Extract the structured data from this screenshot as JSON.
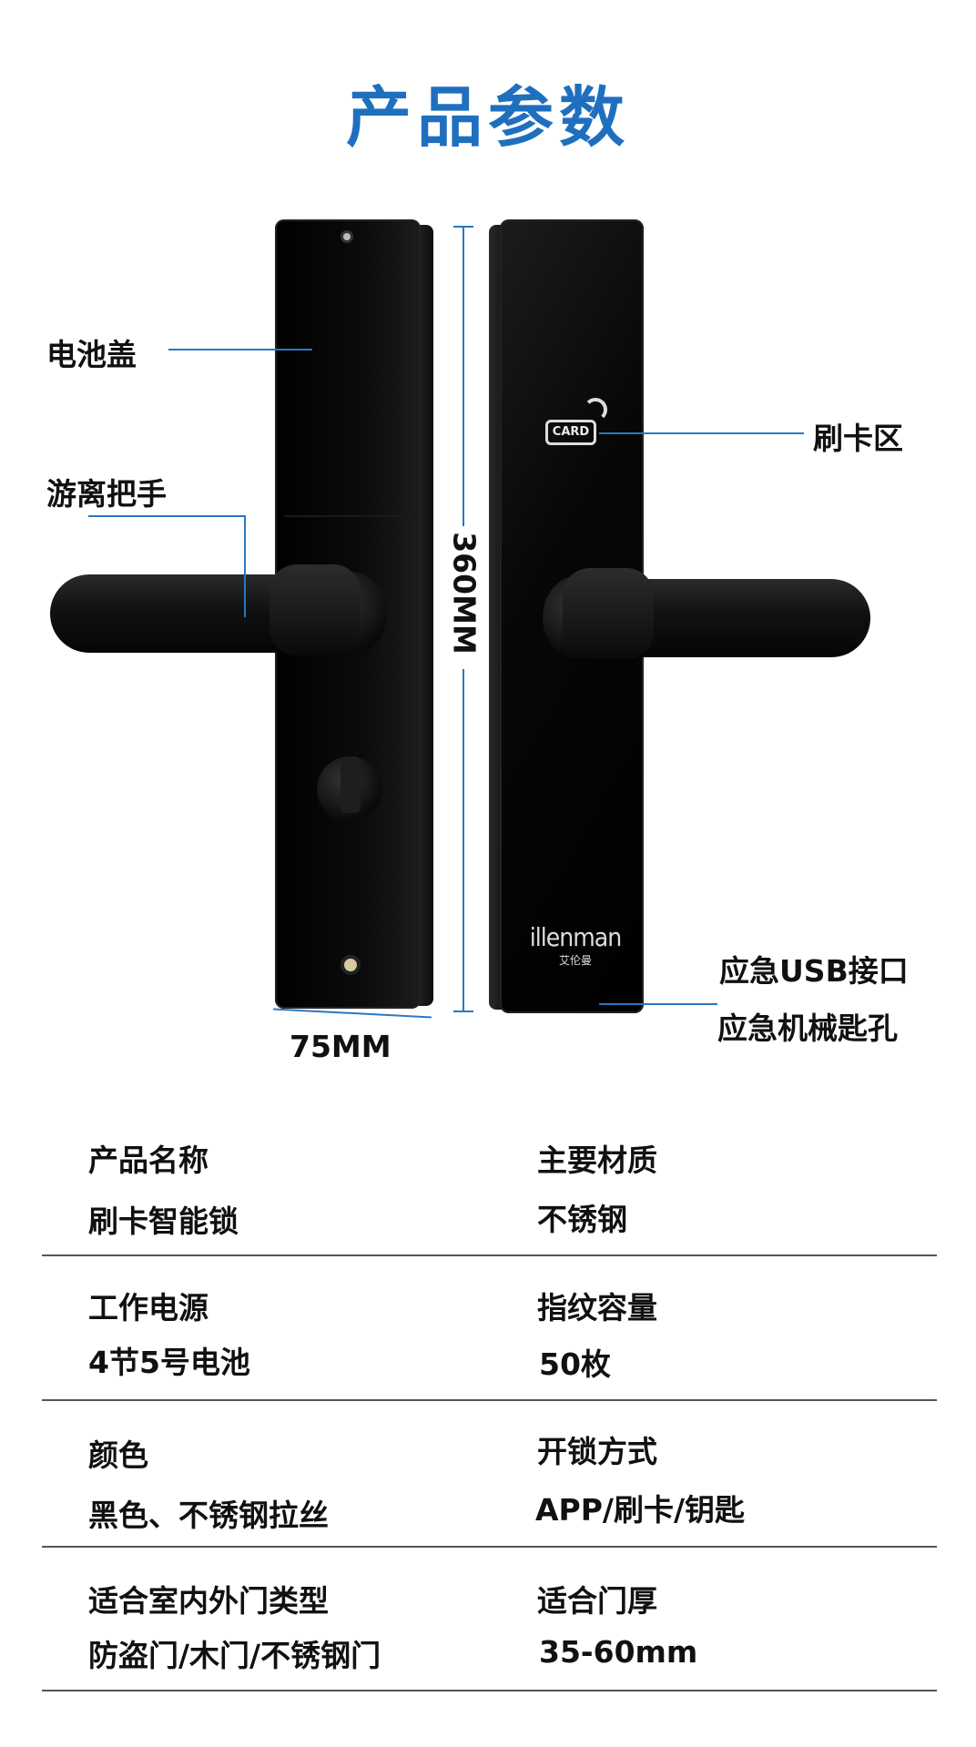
{
  "title": "产品参数",
  "callouts": {
    "battery_cover": "电池盖",
    "handle": "游离把手",
    "card_area": "刷卡区",
    "usb": "应急USB接口",
    "keyhole": "应急机械匙孔"
  },
  "dimensions": {
    "height": "360MM",
    "width": "75MM"
  },
  "lock": {
    "card_badge": "CARD",
    "brand": "illenman",
    "brand_cn": "艾伦曼"
  },
  "specs": [
    {
      "left_label": "产品名称",
      "left_value": "刷卡智能锁",
      "right_label": "主要材质",
      "right_value": "不锈钢"
    },
    {
      "left_label": "工作电源",
      "left_value": "4节5号电池",
      "right_label": "指纹容量",
      "right_value": "50枚"
    },
    {
      "left_label": "颜色",
      "left_value": "黑色、不锈钢拉丝",
      "right_label": "开锁方式",
      "right_value": "APP/刷卡/钥匙"
    },
    {
      "left_label": "适合室内外门类型",
      "left_value": "防盗门/木门/不锈钢门",
      "right_label": "适合门厚",
      "right_value": "35-60mm"
    }
  ]
}
